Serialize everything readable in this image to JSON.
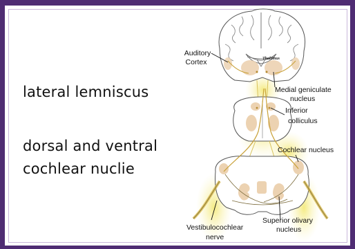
{
  "slide": {
    "frame_color": "#4f2c73",
    "text_lines": [
      "lateral lemniscus",
      "dorsal and ventral",
      "cochlear nuclie"
    ]
  },
  "diagram": {
    "labels": {
      "auditory_cortex_line1": "Auditory",
      "auditory_cortex_line2": "Cortex",
      "thalamus": "Thalamus",
      "medial_geniculate_line1": "Medial geniculate",
      "medial_geniculate_line2": "nucleus",
      "inferior_colliculus_line1": "Inferior",
      "inferior_colliculus_line2": "colliculus",
      "cochlear_nucleus": "Cochlear nucleus",
      "superior_olivary_line1": "Superior olivary",
      "superior_olivary_line2": "nucleus",
      "vestibulocochlear_line1": "Vestibulocochlear",
      "vestibulocochlear_line2": "nerve"
    },
    "colors": {
      "nucleus_fill": "#e8c9a3",
      "pathway_glow": "#f6ee8a",
      "pathway_line": "#d8b84a",
      "tissue": "#ffffff",
      "outline": "#555555"
    }
  }
}
